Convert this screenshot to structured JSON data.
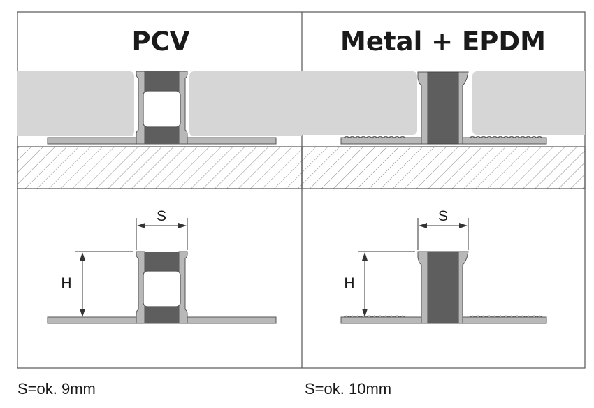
{
  "panels": {
    "left_title": "PCV",
    "right_title": "Metal + EPDM"
  },
  "dimensions": {
    "width_label": "S",
    "height_label": "H"
  },
  "captions": {
    "left": "S=ok. 9mm",
    "right": "S=ok. 10mm"
  },
  "colors": {
    "tile": "#d6d6d6",
    "profile": "#b8b8b8",
    "insert": "#5e5e5e",
    "outline": "#555555"
  }
}
